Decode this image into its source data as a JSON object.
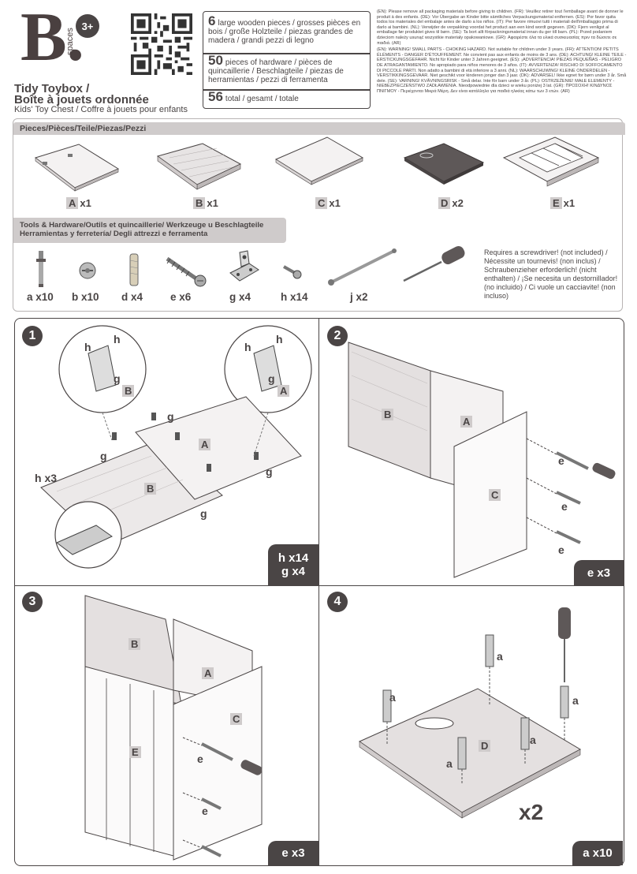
{
  "brand": {
    "logo_letter": "B.",
    "logo_sub": "spaces",
    "age_badge": "3+"
  },
  "product": {
    "title_en": "Tidy Toybox /",
    "title_fr": "Boîte à jouets ordonnée",
    "subtitle": "Kids' Toy Chest / Coffre à jouets pour enfants"
  },
  "counts": [
    {
      "num": "6",
      "text": "large wooden pieces / grosses pièces en bois / große Holzteile / piezas grandes de madera / grandi pezzi di legno"
    },
    {
      "num": "50",
      "text": "pieces of hardware / pièces de quincaillerie / Beschlagteile / piezas de herramientas / pezzi di ferramenta"
    },
    {
      "num": "56",
      "text": "total / gesamt / totale"
    }
  ],
  "warnings": [
    "(EN): Please remove all packaging materials before giving to children. (FR): Veuillez retirer tout l'emballage avant de donner le produit à des enfants. (DE): Vor Übergabe an Kinder bitte sämtliches Verpackungsmaterial entfernen. (ES): Por favor quita todos los materiales del embalaje antes de darlo a los niños. (IT): Per favore rimuovi tutti i materiali dell'imballaggio prima di darlo ai bambini. (NL): Verwijder de verpakking voordat het product aan een kind wordt gegeven. (DK): Fjern venligst al emballage før produktet gives til børn. (SE): Ta bort allt förpackningsmaterial innan du ger till barn. (PL): Przed podaniem dzieciom należy usunąć wszystkie materiały opakowaniowe. (GR): Αφαιρέστε όλα τα υλικά συσκευασίας πριν τα δώσετε σε παιδιά. (AR)",
    "(EN): WARNING! SMALL PARTS - CHOKING HAZARD. Not suitable for children under 3 years. (FR): ATTENTION! PETITS ÉLÉMENTS - DANGER D'ÉTOUFFEMENT. Ne convient pas aux enfants de moins de 3 ans. (DE): ACHTUNG! KLEINE TEILE - ERSTICKUNGSGEFAHR. Nicht für Kinder unter 3 Jahren geeignet. (ES): ¡ADVERTENCIA! PIEZAS PEQUEÑAS - PELIGRO DE ATRAGANTAMIENTO. No apropiado para niños menores de 3 años. (IT): AVVERTENZA! RISCHIO DI SOFFOCAMENTO DI PICCOLE PARTI. Non adatto a bambini di età inferiore a 3 anni. (NL): WAARSCHUWING! KLEINE ONDERDELEN - VERSTIKKINGSGEVAAR. Niet geschikt voor kinderen jonger dan 3 jaar. (DK): ADVARSEL! Ikke egnet for børn under 3 år. Små dele. (SE): VARNING! KVÄVNINGSRISK - Små delar. Inte för barn under 3 år. (PL): OSTRZEŻENIE! MAŁE ELEMENTY - NIEBEZPIECZEŃSTWO ZADŁAWIENIA. Nieodpowiednie dla dzieci w wieku poniżej 3 lat. (GR): ΠΡΟΣΟΧΗ! ΚΙΝΔΥΝΟΣ ΠΝΙΓΜΟΥ - Περιέχονται Μικρά Μέρη. Δεν είναι κατάλληλο για παιδιά ηλικίας κάτω των 3 ετών. (AR)"
  ],
  "parts_section": {
    "header": "Pieces/Pièces/Teile/Piezas/Pezzi",
    "pieces": [
      {
        "letter": "A",
        "qty": "x1"
      },
      {
        "letter": "B",
        "qty": "x1"
      },
      {
        "letter": "C",
        "qty": "x1"
      },
      {
        "letter": "D",
        "qty": "x2"
      },
      {
        "letter": "E",
        "qty": "x1"
      }
    ]
  },
  "tools_section": {
    "header_line1": "Tools & Hardware/Outils et quincaillerie/ Werkzeuge u Beschlagteile",
    "header_line2": "Herramientas y ferretería/ Degli attrezzi e ferramenta",
    "items": [
      {
        "label": "a x10"
      },
      {
        "label": "b x10"
      },
      {
        "label": "d x4"
      },
      {
        "label": "e x6"
      },
      {
        "label": "g x4"
      },
      {
        "label": "h x14"
      },
      {
        "label": "j x2"
      }
    ],
    "note": "Requires a screwdriver! (not included) / Nécessite un tournevis! (non inclus) / Schraubenzieher erforderlich! (nicht enthalten) / ¡Se necesita un destornillador! (no incluido) / Ci vuole un cacciavite! (non incluso)"
  },
  "steps": [
    {
      "num": "1",
      "tab_line1": "h x14",
      "tab_line2": "g x4",
      "labels": {
        "h": "h",
        "g": "g",
        "h3": "h x3",
        "A": "A",
        "B": "B"
      }
    },
    {
      "num": "2",
      "tab_line1": "e x3",
      "labels": {
        "e": "e",
        "A": "A",
        "B": "B",
        "C": "C"
      }
    },
    {
      "num": "3",
      "tab_line1": "e x3",
      "labels": {
        "e": "e",
        "A": "A",
        "B": "B",
        "C": "C",
        "E": "E"
      }
    },
    {
      "num": "4",
      "tab_line1": "a x10",
      "labels": {
        "a": "a",
        "D": "D",
        "mult": "x2"
      }
    }
  ]
}
